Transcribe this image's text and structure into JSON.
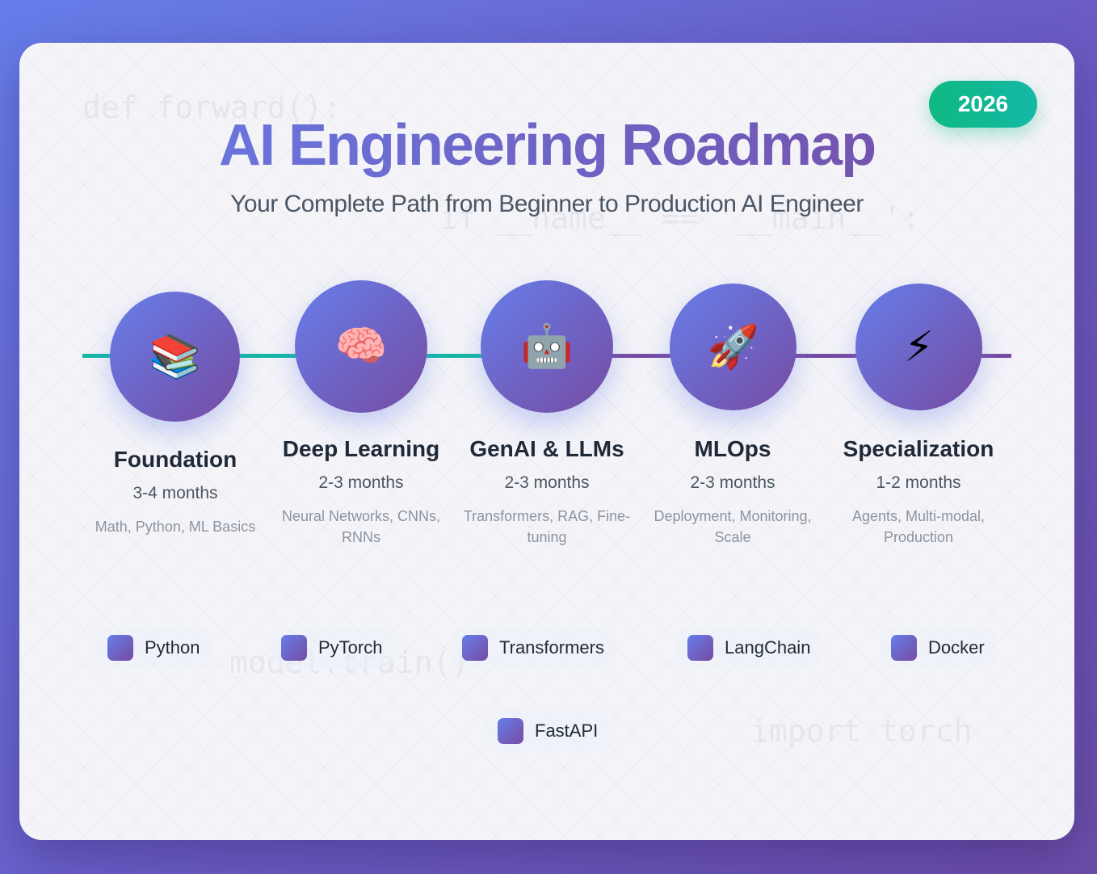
{
  "badge": "2026",
  "title": "AI Engineering Roadmap",
  "subtitle": "Your Complete Path from Beginner to Production AI Engineer",
  "code_background": [
    "def forward():",
    "if __name__ == '__main__':",
    "model.train()",
    "import torch"
  ],
  "colors": {
    "accent_start": "#667eea",
    "accent_end": "#764ba2",
    "badge": "#10b981",
    "track_done": "#14b8a6"
  },
  "stages": [
    {
      "icon": "books-icon",
      "emoji": "📚",
      "name": "Foundation",
      "duration": "3-4 months",
      "topics": "Math, Python, ML Basics"
    },
    {
      "icon": "brain-icon",
      "emoji": "🧠",
      "name": "Deep Learning",
      "duration": "2-3 months",
      "topics": "Neural Networks, CNNs, RNNs"
    },
    {
      "icon": "robot-icon",
      "emoji": "🤖",
      "name": "GenAI & LLMs",
      "duration": "2-3 months",
      "topics": "Transformers, RAG, Fine-tuning"
    },
    {
      "icon": "rocket-icon",
      "emoji": "🚀",
      "name": "MLOps",
      "duration": "2-3 months",
      "topics": "Deployment, Monitoring, Scale"
    },
    {
      "icon": "lightning-icon",
      "emoji": "⚡",
      "name": "Specialization",
      "duration": "1-2 months",
      "topics": "Agents, Multi-modal, Production"
    }
  ],
  "tools": [
    {
      "label": "Python"
    },
    {
      "label": "PyTorch"
    },
    {
      "label": "Transformers"
    },
    {
      "label": "LangChain"
    },
    {
      "label": "Docker"
    },
    {
      "label": "FastAPI"
    }
  ]
}
